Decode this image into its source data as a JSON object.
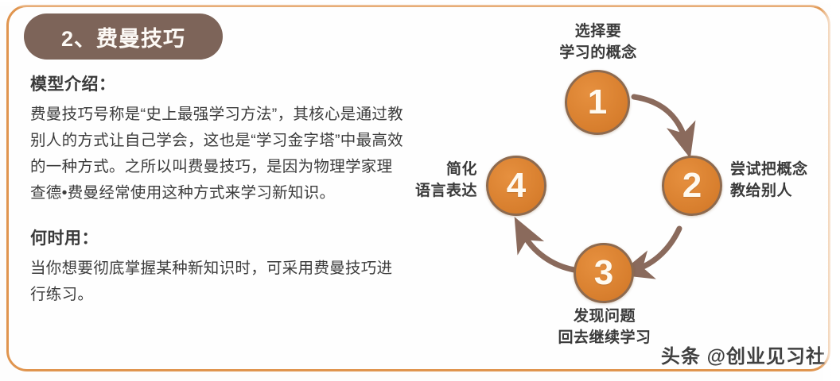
{
  "card": {
    "title": "2、费曼技巧",
    "frame_color": "#e0954f",
    "title_pill_color": "#7d6459"
  },
  "sections": [
    {
      "heading": "模型介绍：",
      "body": "费曼技巧号称是“史上最强学习方法”，其核心是通过教别人的方式让自己学会，这也是“学习金字塔”中最高效的一种方式。之所以叫费曼技巧，是因为物理学家理查德•费曼经常使用这种方式来学习新知识。"
    },
    {
      "heading": "何时用：",
      "body": "当你想要彻底掌握某种新知识时，可采用费曼技巧进行练习。"
    }
  ],
  "diagram": {
    "accent_color": "#d9802f",
    "ring_color": "#8d6a4f",
    "arrow_color": "#8a6a5c",
    "nodes": [
      {
        "number": "1",
        "label": "选择要\n学习的概念",
        "label_align": "center"
      },
      {
        "number": "2",
        "label": "尝试把概念\n教给别人",
        "label_align": "left"
      },
      {
        "number": "3",
        "label": "发现问题\n回去继续学习",
        "label_align": "center"
      },
      {
        "number": "4",
        "label": "简化\n语言表达",
        "label_align": "right"
      }
    ]
  },
  "watermark": "头条 @创业见习社"
}
